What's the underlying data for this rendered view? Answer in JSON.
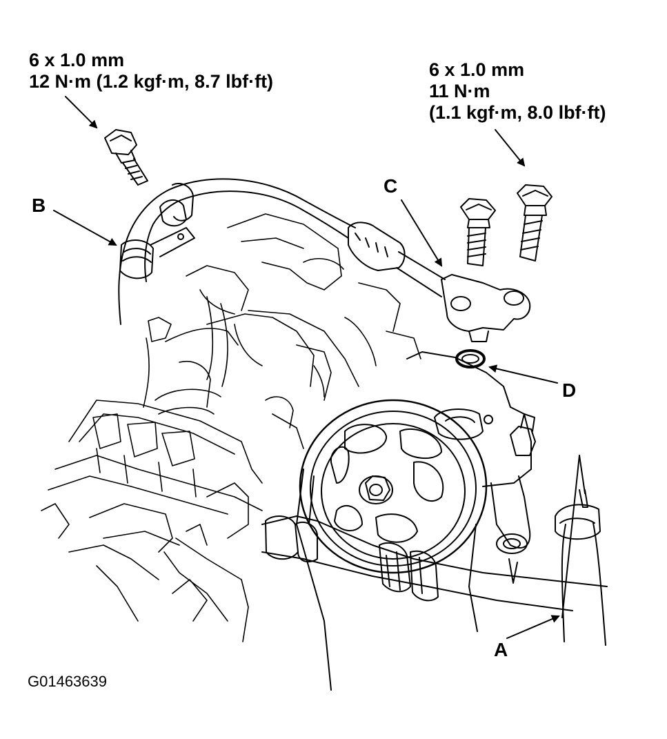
{
  "diagram": {
    "left_spec": {
      "line1": "6 x 1.0 mm",
      "line2": "12 N·m (1.2 kgf·m, 8.7 lbf·ft)"
    },
    "right_spec": {
      "line1": "6 x 1.0 mm",
      "line2": "11 N·m",
      "line3": "(1.1 kgf·m, 8.0 lbf·ft)"
    },
    "callouts": {
      "a": "A",
      "b": "B",
      "c": "C",
      "d": "D"
    },
    "figure_id": "G01463639"
  },
  "colors": {
    "ink": "#000000",
    "paper": "#ffffff"
  }
}
